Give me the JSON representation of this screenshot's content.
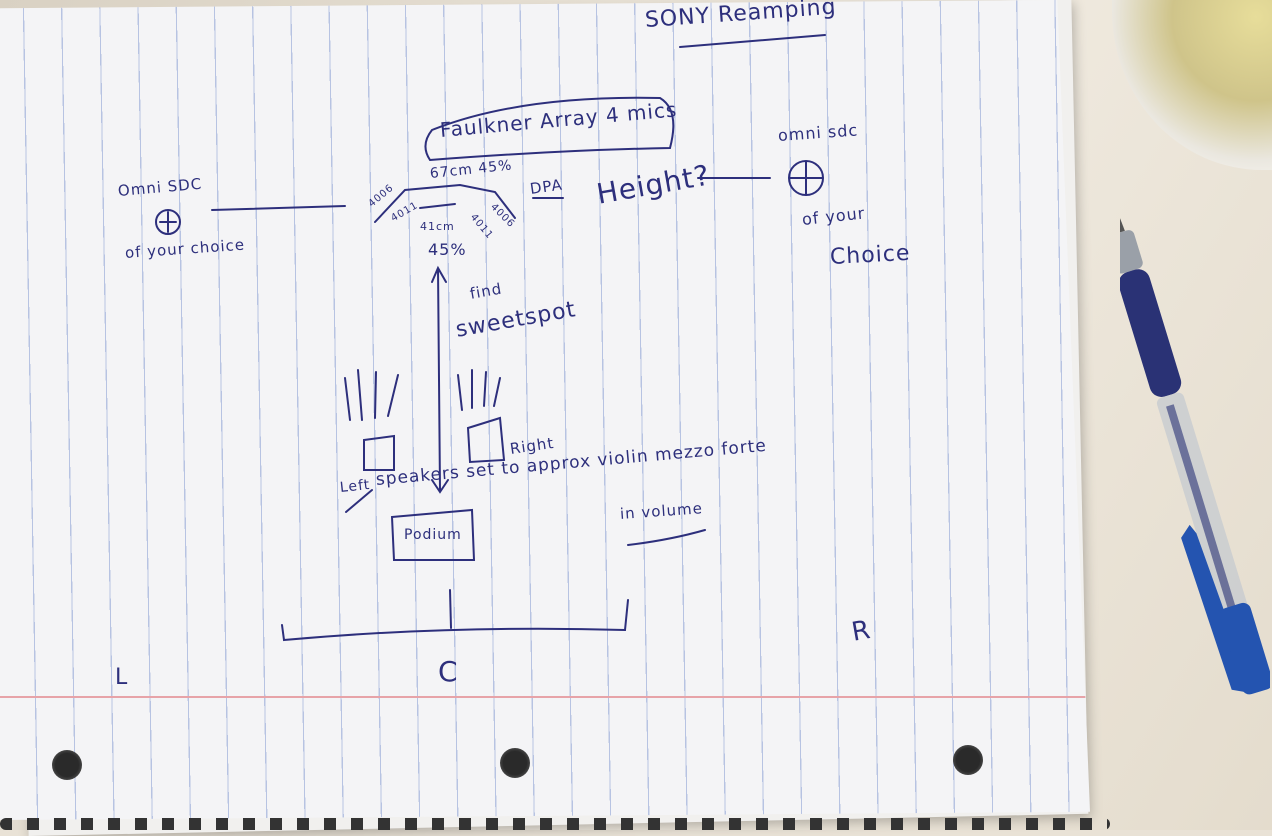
{
  "notes": {
    "title": "SONY Reamping",
    "array_label": "Faulkner Array 4 mics",
    "array_spacing": "67cm 45%",
    "mic_left_outer": "4006",
    "mic_left_inner": "4011",
    "mic_right_inner": "4011",
    "mic_right_outer": "4006",
    "dpa": "DPA",
    "inner_spacing": "41cm",
    "inner_angle": "45%",
    "height": "Height?",
    "left_omni": "Omni SDC",
    "left_omni_sub": "of your choice",
    "right_omni": "omni sdc",
    "right_omni_sub1": "of your",
    "right_omni_sub2": "Choice",
    "sweetspot1": "find",
    "sweetspot2": "sweetspot",
    "left_label": "Left",
    "right_label": "Right",
    "speaker_note": "speakers set to approx violin mezzo forte",
    "volume_note": "in volume",
    "podium": "Podium",
    "mark_l": "L",
    "mark_c": "C",
    "mark_r": "R"
  },
  "ink_color": "#2d2f7c"
}
